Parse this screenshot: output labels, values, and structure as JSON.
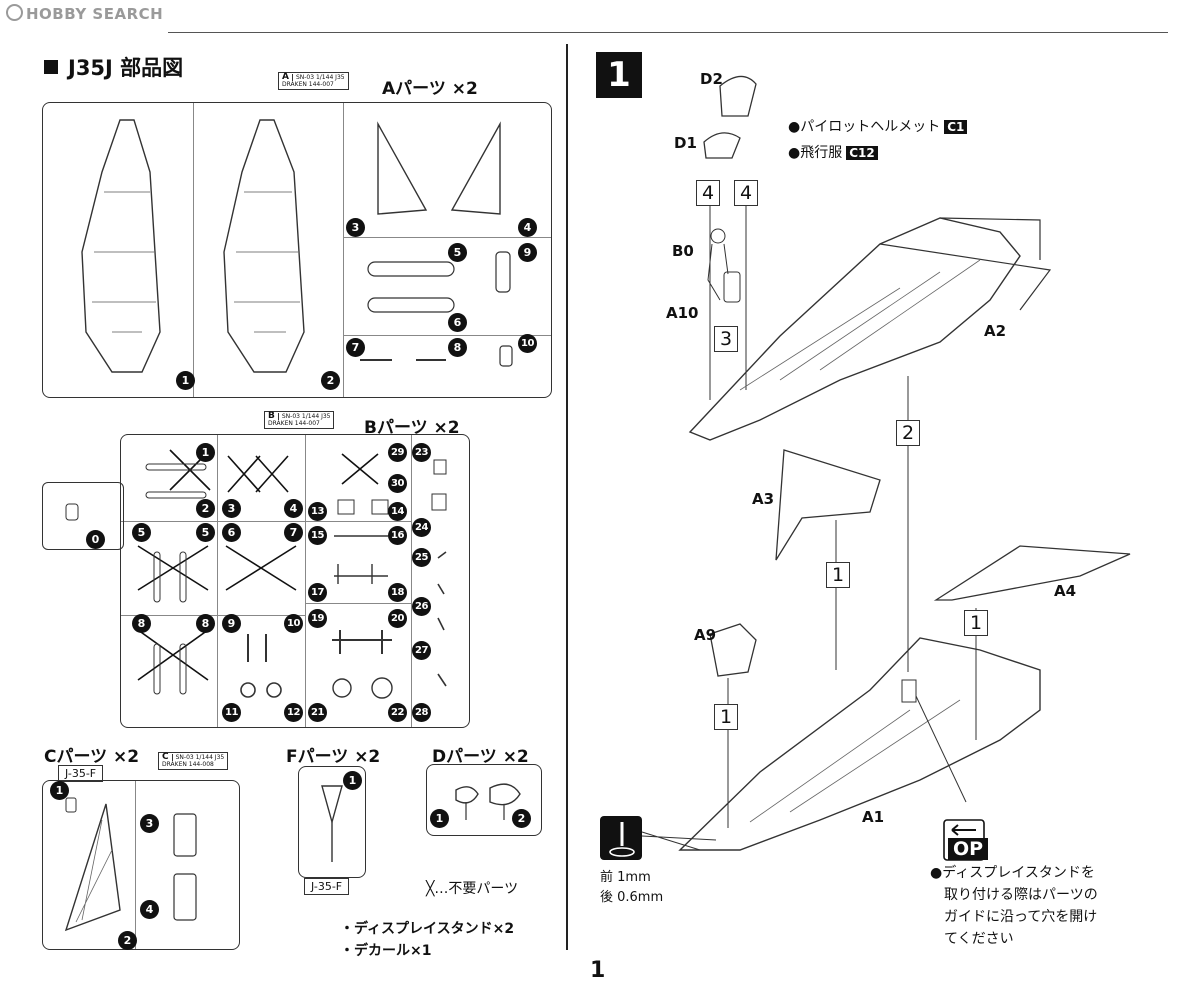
{
  "watermark": "HOBBY SEARCH",
  "section_title": "J35J 部品図",
  "sprue_a": {
    "title": "Aパーツ ×2",
    "tag_letter": "A",
    "tag_line1": "SN-03 1/144   J35",
    "tag_line2": "DRAKEN   144-007",
    "nums": [
      "1",
      "2",
      "3",
      "4",
      "5",
      "6",
      "7",
      "8",
      "9",
      "10"
    ]
  },
  "sprue_b": {
    "title": "Bパーツ ×2",
    "tag_letter": "B",
    "tag_line1": "SN-03 1/144   J35",
    "tag_line2": "DRAKEN   144-007",
    "nums": [
      "0",
      "1",
      "2",
      "3",
      "4",
      "5",
      "5",
      "6",
      "7",
      "8",
      "8",
      "9",
      "10",
      "11",
      "12",
      "13",
      "14",
      "15",
      "16",
      "17",
      "18",
      "19",
      "20",
      "21",
      "22",
      "23",
      "24",
      "25",
      "26",
      "27",
      "28",
      "29",
      "30"
    ]
  },
  "sprue_c": {
    "title": "Cパーツ ×2",
    "tag_letter": "C",
    "tag_line1": "SN-03 1/144   J35",
    "tag_line2": "DRAKEN   144-008",
    "label": "J-35-F",
    "nums": [
      "1",
      "2",
      "3",
      "4"
    ]
  },
  "sprue_f": {
    "title": "Fパーツ ×2",
    "label": "J-35-F",
    "nums": [
      "1"
    ]
  },
  "sprue_d": {
    "title": "Dパーツ ×2",
    "nums": [
      "1",
      "2"
    ]
  },
  "legend_unneeded": "╳…不要パーツ",
  "extras": [
    "・ディスプレイスタンド×2",
    "・デカール×1"
  ],
  "step": {
    "number": "1",
    "bullets": [
      {
        "text": "●パイロットヘルメット",
        "badge": "C1"
      },
      {
        "text": "●飛行服",
        "badge": "C12"
      }
    ],
    "parts": [
      "D2",
      "D1",
      "B0",
      "A10",
      "A2",
      "A3",
      "A4",
      "A9",
      "A1"
    ],
    "substeps": [
      "4",
      "4",
      "3",
      "2",
      "1",
      "1",
      "1"
    ],
    "drill_front": "前 1mm",
    "drill_back": "後 0.6mm",
    "op": "OP",
    "note_lines": [
      "●ディスプレイスタンドを",
      "取り付ける際はパーツの",
      "ガイドに沿って穴を開け",
      "てください"
    ]
  },
  "page_number": "1"
}
